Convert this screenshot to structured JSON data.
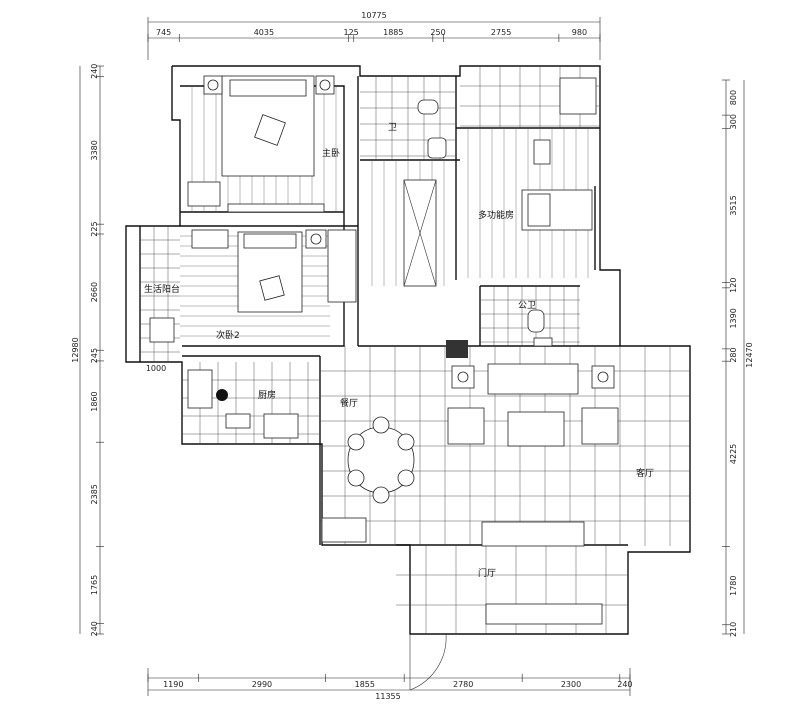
{
  "dimensions": {
    "top_total": "10775",
    "top_segments": [
      "745",
      "4035",
      "125",
      "1885",
      "250",
      "2755",
      "980"
    ],
    "bottom_total": "11355",
    "bottom_segments": [
      "1190",
      "2990",
      "1855",
      "2780",
      "2300",
      "240"
    ],
    "left_total": "12980",
    "left_segments": [
      "240",
      "3380",
      "225",
      "2660",
      "245",
      "1860",
      "2385",
      "1765",
      "240"
    ],
    "left_extra": "1000",
    "right_total": "12470",
    "right_segments": [
      "800",
      "300",
      "3515",
      "120",
      "1390",
      "280",
      "4225",
      "1780",
      "210"
    ]
  },
  "rooms": {
    "master_bedroom": "主卧",
    "guest_bath": "卫",
    "study": "多功能房",
    "balcony": "生活阳台",
    "second_bedroom": "次卧2",
    "public_bath": "公卫",
    "kitchen": "厨房",
    "dining": "餐厅",
    "living": "客厅",
    "foyer": "门厅"
  }
}
